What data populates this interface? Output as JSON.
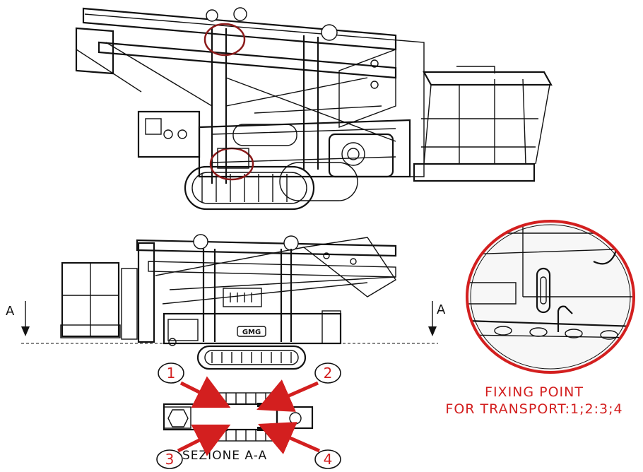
{
  "view_labels": {
    "section_left": "A",
    "section_right": "A",
    "section_title": "SEZIONE A-A"
  },
  "fixing_points": [
    {
      "id": "1"
    },
    {
      "id": "2"
    },
    {
      "id": "3"
    },
    {
      "id": "4"
    }
  ],
  "caption": {
    "line1": "FIXING POINT",
    "line2": "FOR TRANSPORT:1;2:3;4"
  },
  "nameplate": "GMG",
  "colors": {
    "highlight": "#d31f1f",
    "circle_dark": "#8b1a1a",
    "line": "#111111"
  }
}
